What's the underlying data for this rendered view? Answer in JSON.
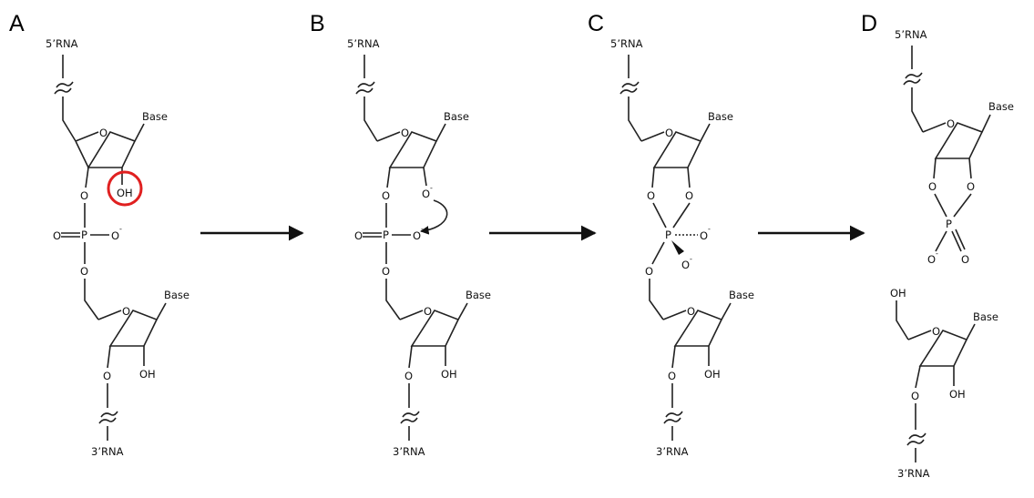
{
  "colors": {
    "ink": "#222222",
    "highlight": "#e02020",
    "background": "#ffffff"
  },
  "panels": [
    {
      "id": "A",
      "letter": "A",
      "five_prime": "5’RNA",
      "three_prime": "3’RNA",
      "base_top": "Base",
      "base_bottom": "Base",
      "oh_top": "OH",
      "oh_bottom": "OH",
      "o_ring": "O",
      "o_link": "O",
      "p": "P",
      "charge": "-",
      "highlight": "circle around 2’-OH"
    },
    {
      "id": "B",
      "letter": "B",
      "five_prime": "5’RNA",
      "three_prime": "3’RNA",
      "base_top": "Base",
      "base_bottom": "Base",
      "oh_bottom": "OH",
      "o_ring": "O",
      "o_link": "O",
      "p": "P",
      "charge": "-"
    },
    {
      "id": "C",
      "letter": "C",
      "five_prime": "5’RNA",
      "three_prime": "3’RNA",
      "base_top": "Base",
      "base_bottom": "Base",
      "oh_bottom": "OH",
      "o_ring": "O",
      "o_link": "O",
      "p": "P",
      "charge": "-"
    },
    {
      "id": "D",
      "letter": "D",
      "five_prime": "5’RNA",
      "three_prime": "3’RNA",
      "base_top": "Base",
      "base_bottom": "Base",
      "oh_bottom": "OH",
      "oh_five_prime": "OH",
      "o_ring": "O",
      "o_link": "O",
      "p": "P",
      "charge": "-"
    }
  ],
  "arrows": [
    {
      "from": "A",
      "to": "B"
    },
    {
      "from": "B",
      "to": "C"
    },
    {
      "from": "C",
      "to": "D"
    }
  ]
}
